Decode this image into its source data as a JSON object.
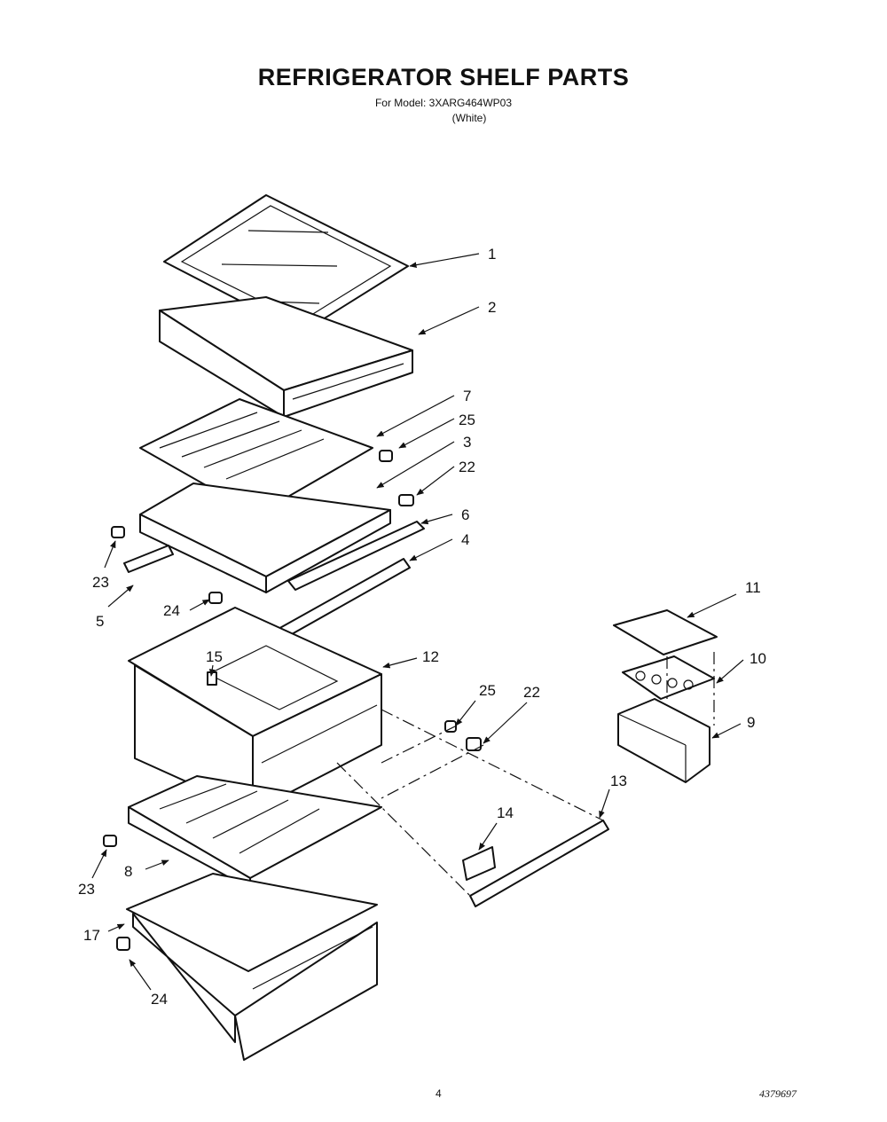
{
  "header": {
    "title": "REFRIGERATOR SHELF PARTS",
    "model_line": "For Model: 3XARG464WP03",
    "variant": "(White)"
  },
  "footer": {
    "page_number": "4",
    "doc_number": "4379697"
  },
  "callouts": {
    "c1": "1",
    "c2": "2",
    "c3": "3",
    "c4": "4",
    "c5": "5",
    "c6": "6",
    "c7": "7",
    "c8": "8",
    "c9": "9",
    "c10": "10",
    "c11": "11",
    "c12": "12",
    "c13": "13",
    "c14": "14",
    "c15": "15",
    "c17": "17",
    "c22a": "22",
    "c22b": "22",
    "c23a": "23",
    "c23b": "23",
    "c24a": "24",
    "c24b": "24",
    "c25a": "25",
    "c25b": "25"
  }
}
